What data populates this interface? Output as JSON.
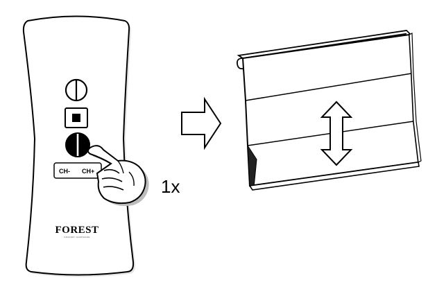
{
  "remote": {
    "channel_down_label": "CH-",
    "channel_up_label": "CH+",
    "brand_logo": "FOREST",
    "brand_tagline": "DRAPERY HARDWARE",
    "buttons": [
      "open-icon",
      "stop-icon",
      "close-icon"
    ]
  },
  "instruction": {
    "press_count_label": "1x"
  },
  "icons": {
    "hand": "pointing-hand-icon",
    "arrow": "right-arrow-icon",
    "motion": "up-down-arrow-icon"
  },
  "colors": {
    "stroke": "#000000",
    "fill": "#ffffff",
    "shadow": "#bdbdbd"
  }
}
